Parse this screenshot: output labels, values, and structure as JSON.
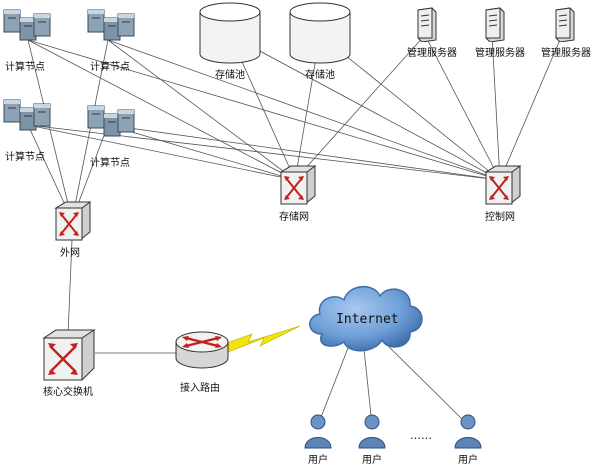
{
  "compute_nodes": [
    "计算节点",
    "计算节点",
    "计算节点",
    "计算节点"
  ],
  "storage_pools": [
    "存储池",
    "存储池"
  ],
  "mgmt_servers": [
    "管理服务器",
    "管理服务器",
    "管理服务器"
  ],
  "switches": {
    "external": "外网",
    "storage": "存储网",
    "control": "控制网",
    "core": "核心交换机"
  },
  "router": "接入路由",
  "internet": "Internet",
  "users": [
    "用户",
    "用户",
    "用户"
  ],
  "ellipsis": "……",
  "colors": {
    "switch_face": "#f1f1f1",
    "switch_arrow": "#c0231f",
    "cloud_fill": "#6fa0d8",
    "cloud_dark": "#3d6aa8",
    "lightning": "#f2e30c",
    "server": "#7f93a7",
    "user": "#5c84b8",
    "line": "#4a4a4a"
  }
}
